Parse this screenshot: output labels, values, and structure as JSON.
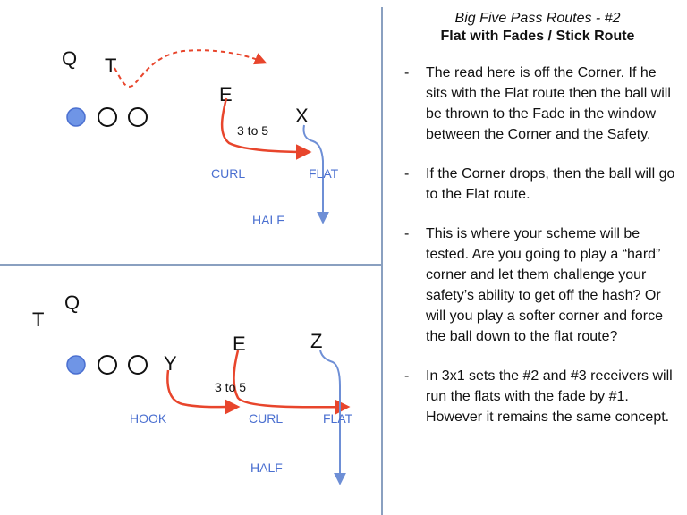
{
  "title": {
    "line1": "Big Five Pass Routes - #2",
    "line2": "Flat with Fades / Stick Route"
  },
  "bullets": [
    "The read here is off the Corner.  If he sits with the Flat route then the ball will be thrown to the Fade in the window between the Corner and the Safety.",
    "If the Corner drops, then the ball will go to the Flat route.",
    "This is where your scheme will be tested.  Are you going to play a “hard” corner and let them challenge your safety’s ability to get off the hash?  Or will you play a softer corner and force the ball down to the flat route?",
    "In 3x1 sets the #2 and #3 receivers will run the flats with the fade by #1.  However it remains the same concept."
  ],
  "bullet_marker": "-",
  "top_diagram": {
    "players": {
      "q": "Q",
      "t": "T",
      "e": "E",
      "x": "X"
    },
    "depth_label": "3 to 5",
    "zones": {
      "curl": "CURL",
      "flat": "FLAT",
      "half": "HALF"
    }
  },
  "bottom_diagram": {
    "players": {
      "t": "T",
      "q": "Q",
      "y": "Y",
      "e": "E",
      "z": "Z"
    },
    "depth_label": "3 to 5",
    "zones": {
      "hook": "HOOK",
      "curl": "CURL",
      "flat": "FLAT",
      "half": "HALF"
    }
  },
  "colors": {
    "route_red": "#e8452c",
    "route_blue": "#6e8fd6",
    "zone_text": "#4a6fd0",
    "divider": "#8aa0c0",
    "center_fill": "#6f95e6"
  }
}
